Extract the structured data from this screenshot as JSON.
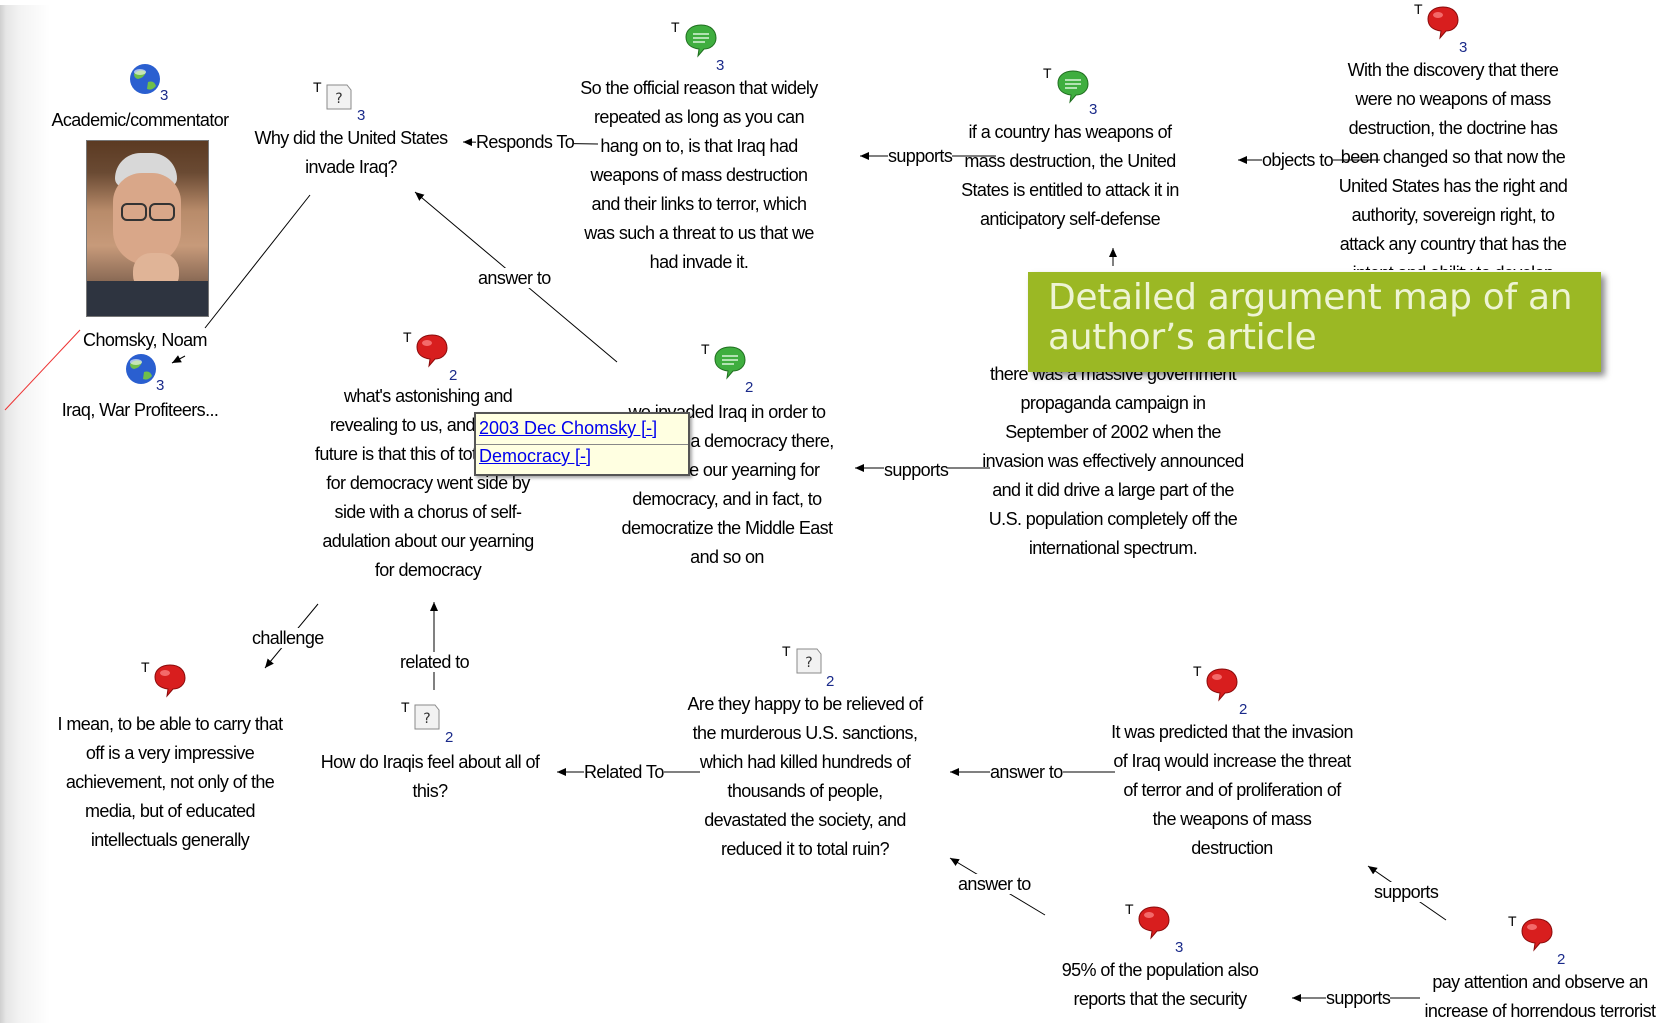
{
  "banner": {
    "text": "Detailed argument map of an author’s article"
  },
  "popup": {
    "items": [
      "2003 Dec Chomsky [-]",
      "Democracy [-]"
    ]
  },
  "nodes": {
    "academic": {
      "text": "Academic/commentator",
      "count": "3",
      "icon": "globe-icon"
    },
    "chomsky": {
      "text": "Chomsky, Noam",
      "icon": "person-photo"
    },
    "iraqwar": {
      "text": "Iraq, War Profiteers...",
      "count": "3",
      "icon": "globe-icon"
    },
    "why": {
      "text": "Why did the United States invade Iraq?",
      "count": "3",
      "t": "T",
      "icon": "question-icon"
    },
    "official": {
      "text": "So the official reason that widely repeated as long as you can hang on to, is that Iraq had weapons of mass destruction and their links to terror, which was such a threat to us that we had invade it.",
      "count": "3",
      "t": "T",
      "icon": "green-speech-icon"
    },
    "ifcountry": {
      "text": "if a country has weapons of mass destruction, the United States is entitled to attack it in anticipatory self-defense",
      "count": "3",
      "t": "T",
      "icon": "green-speech-icon"
    },
    "discovery": {
      "text": "With the discovery that there were no weapons of mass destruction, the doctrine has been changed so that now the United States has the right and authority, sovereign right, to attack any country that has the intent and ability to develop",
      "count": "3",
      "t": "T",
      "icon": "red-speech-icon"
    },
    "astonishing": {
      "text": "what's astonishing and revealing to us, and for the future is that this of total hatred for democracy went side by side with a chorus of self-adulation about our yearning for democracy",
      "count": "2",
      "t": "T",
      "icon": "red-speech-icon"
    },
    "democracy": {
      "text": "we invaded Iraq in order to establish a democracy there, because our yearning for democracy, and in fact, to democratize the Middle East and so on",
      "count": "2",
      "t": "T",
      "icon": "green-speech-icon"
    },
    "propaganda": {
      "text": "there was a massive government propaganda campaign in September of 2002 when the invasion was effectively announced and it did drive a large part of the U.S. population completely off the international spectrum."
    },
    "impressive": {
      "text": "I mean, to be able to carry that off is a very impressive achievement, not only of the media, but of educated intellectuals generally",
      "t": "T",
      "icon": "red-speech-icon"
    },
    "iraqis": {
      "text": "How do Iraqis feel about all of this?",
      "count": "2",
      "t": "T",
      "icon": "question-icon"
    },
    "sanctions": {
      "text": "Are they happy to be relieved of the murderous U.S. sanctions, which had killed hundreds of thousands of people, devastated the society, and reduced it to total ruin?",
      "count": "2",
      "t": "T",
      "icon": "question-icon"
    },
    "predicted": {
      "text": "It was predicted that the invasion of Iraq would increase the threat of terror and of proliferation of the weapons of mass destruction",
      "count": "2",
      "t": "T",
      "icon": "red-speech-icon"
    },
    "population": {
      "text": "95% of the population also reports that the security",
      "count": "3",
      "t": "T",
      "icon": "red-speech-icon"
    },
    "attention": {
      "text": "pay attention and observe an increase of horrendous terrorist",
      "count": "2",
      "t": "T",
      "icon": "red-speech-icon"
    }
  },
  "links": {
    "respondsTo": "Responds To",
    "supports1": "supports",
    "objectsTo": "objects to",
    "answerTo1": "answer to",
    "supports2": "supports",
    "challenge": "challenge",
    "relatedTo1": "related to",
    "relatedTo2": "Related To",
    "answerTo2": "answer to",
    "answerTo3": "answer to",
    "supports3": "supports",
    "supports4": "supports"
  }
}
